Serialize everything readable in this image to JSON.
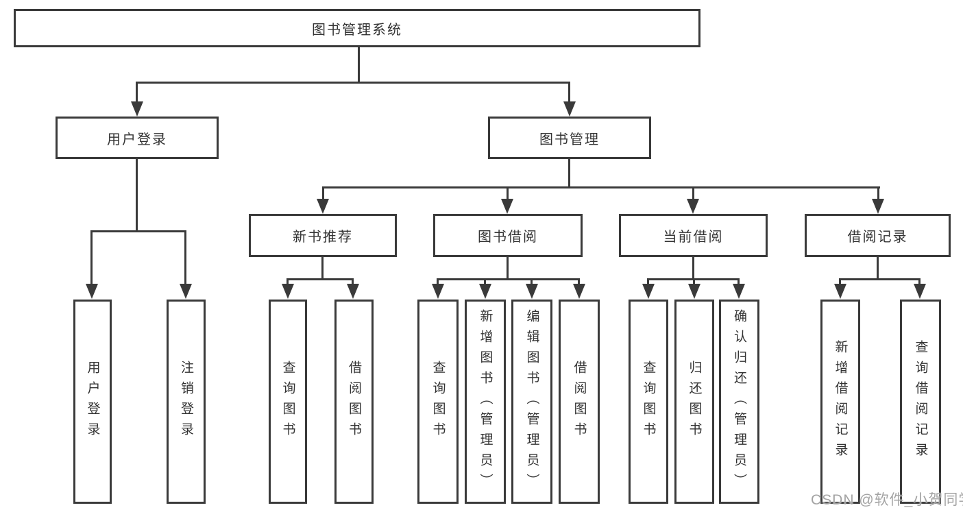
{
  "nodes": {
    "root": "图书管理系统",
    "user_login": "用户登录",
    "book_manage": "图书管理",
    "user_login_children": [
      "用户登录",
      "注销登录"
    ],
    "sections": [
      {
        "title": "新书推荐",
        "children": [
          "查询图书",
          "借阅图书"
        ]
      },
      {
        "title": "图书借阅",
        "children": [
          "查询图书",
          "新增图书（管理员）",
          "编辑图书（管理员）",
          "借阅图书"
        ]
      },
      {
        "title": "当前借阅",
        "children": [
          "查询图书",
          "归还图书",
          "确认归还（管理员）"
        ]
      },
      {
        "title": "借阅记录",
        "children": [
          "新增借阅记录",
          "查询借阅记录"
        ]
      }
    ]
  },
  "watermark": {
    "text": "CSDN @软件_小贺同学"
  },
  "colors": {
    "line": "#3a3a3a",
    "text": "#333333",
    "background": "#ffffff",
    "watermark": "#a3a3a3"
  }
}
